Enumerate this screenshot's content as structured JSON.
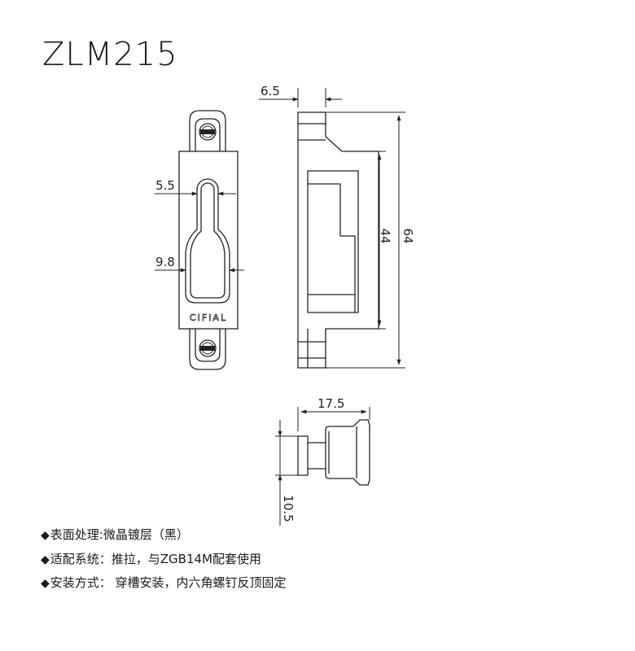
{
  "title": "ZLM215",
  "dimensions": {
    "depth_top": "6.5",
    "slot_width": "5.5",
    "slot_width_wide": "9.8",
    "inner_height": "44",
    "total_height": "64",
    "bottom_width": "17.5",
    "bottom_height": "10.5"
  },
  "brand_mark": "CIFIAL",
  "specs": [
    {
      "bullet": "◆",
      "text": "表面处理:微晶镀层（黑）"
    },
    {
      "bullet": "◆",
      "text": "适配系统：推拉，与ZGB14M配套使用"
    },
    {
      "bullet": "◆",
      "text": "安装方式： 穿槽安装，内六角螺钉反顶固定"
    }
  ]
}
